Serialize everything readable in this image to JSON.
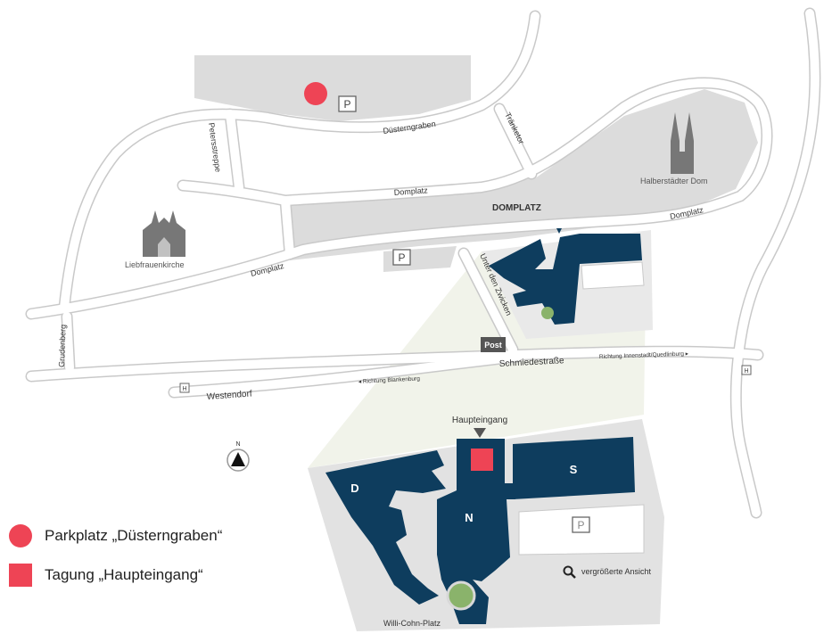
{
  "colors": {
    "road_fill": "#ffffff",
    "road_edge": "#c9c9c9",
    "square": "#dcdcdc",
    "area": "#eeeeee",
    "zoom_area": "#f1f3ea",
    "building": "#0e3d5e",
    "church": "#777777",
    "marker": "#ee4455",
    "post": "#555555"
  },
  "streets": {
    "duesterngraben": "Düsterngraben",
    "petersstreppe": "Petersstreppe",
    "traenketor": "Tränketor",
    "domplatz_a": "Domplatz",
    "domplatz_b": "Domplatz",
    "domplatz_c": "Domplatz",
    "domplatz_caps": "DOMPLATZ",
    "unter_den_zwicken": "Unter den Zwicken",
    "schmiedestrasse": "Schmiedestraße",
    "westendorf": "Westendorf",
    "grudenberg": "Grudenberg"
  },
  "landmarks": {
    "halberstaedter_dom": "Halberstädter Dom",
    "liebfrauenkirche": "Liebfrauenkirche",
    "post": "Post",
    "haupteingang": "Haupteingang",
    "willi_cohn_platz": "Willi-Cohn-Platz"
  },
  "directions": {
    "blankenburg": "◂ Richtung Blankenburg",
    "innenstadt": "Richtung Innenstadt/Quedlinburg ▸"
  },
  "signs": {
    "parking": "P",
    "bus": "H",
    "compass": "N"
  },
  "buildings": {
    "d": "D",
    "n": "N",
    "s": "S"
  },
  "zoom_note": "vergrößerte Ansicht",
  "legend": {
    "parking_label": "Parkplatz „Düsterngraben“",
    "conference_label": "Tagung „Haupteingang“"
  }
}
